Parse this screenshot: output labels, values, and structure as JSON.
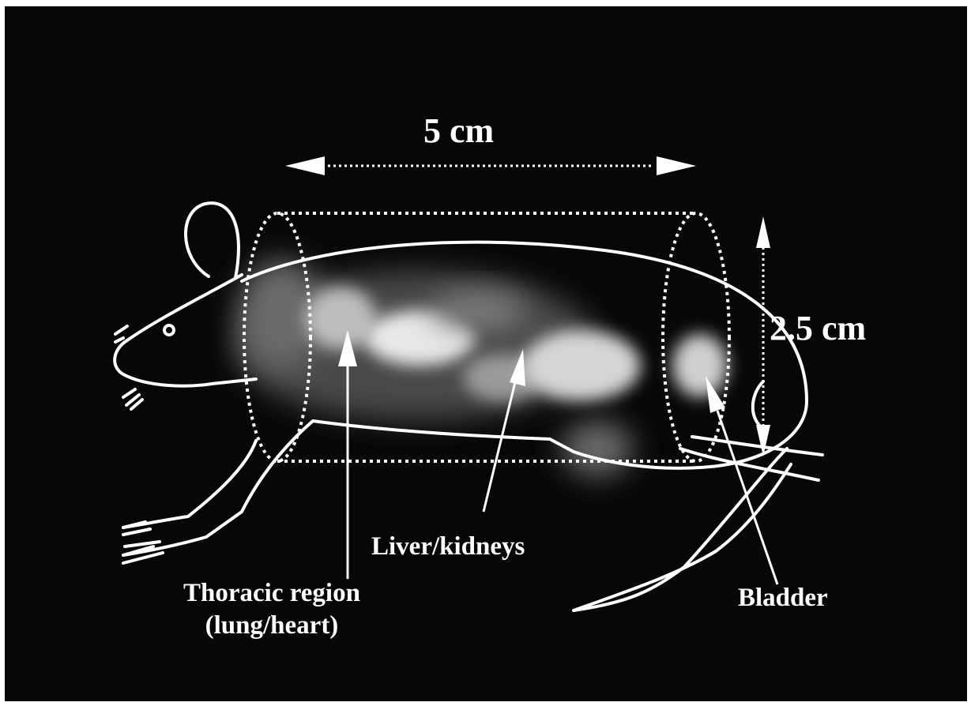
{
  "figure": {
    "dimensions": {
      "width_label": "5 cm",
      "height_label": "2.5 cm"
    },
    "labels": {
      "thoracic_line1": "Thoracic region",
      "thoracic_line2": "(lung/heart)",
      "liver": "Liver/kidneys",
      "bladder": "Bladder"
    }
  },
  "colors": {
    "background": "#070707",
    "line": "#ffffff"
  }
}
